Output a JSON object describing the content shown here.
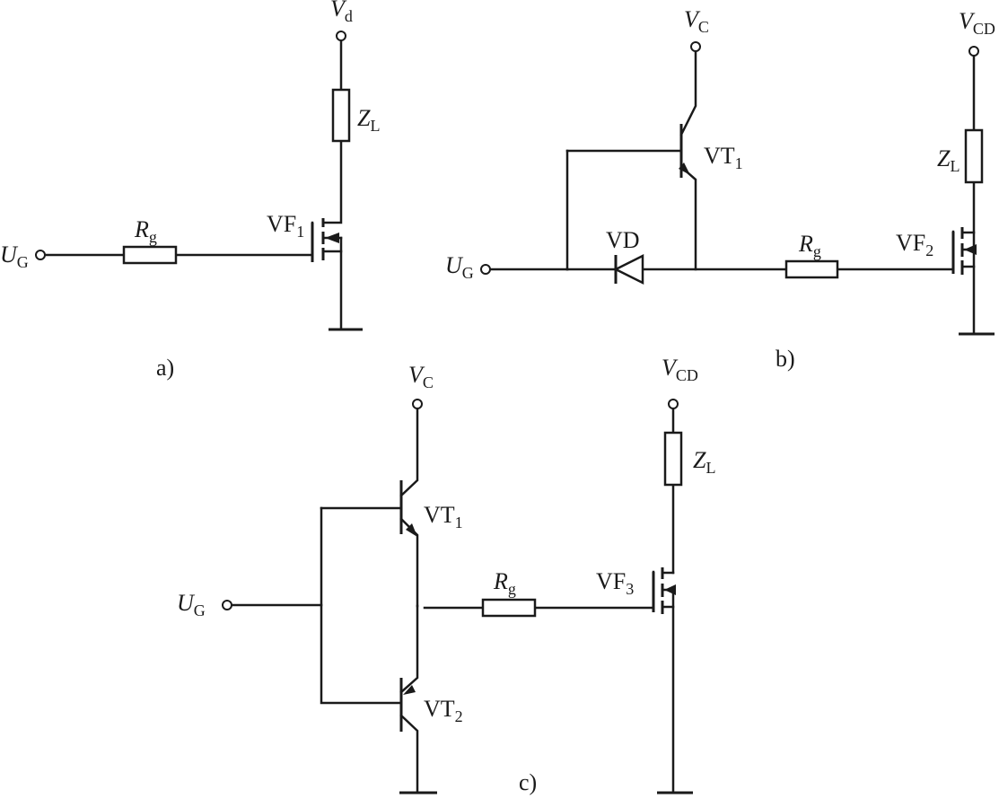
{
  "circuit_a": {
    "supply": "V_d",
    "load": "Z_L",
    "gate_resistor": "R_g",
    "input": "U_G",
    "mosfet": "VF_1",
    "caption": "a)"
  },
  "circuit_b": {
    "supply_c": "V_C",
    "supply_cd": "V_CD",
    "transistor": "VT_1",
    "diode": "VD",
    "gate_resistor": "R_g",
    "load": "Z_L",
    "input": "U_G",
    "mosfet": "VF_2",
    "caption": "b)"
  },
  "circuit_c": {
    "supply_c": "V_C",
    "supply_cd": "V_CD",
    "transistor_top": "VT_1",
    "transistor_bottom": "VT_2",
    "gate_resistor": "R_g",
    "load": "Z_L",
    "input": "U_G",
    "mosfet": "VF_3",
    "caption": "c)"
  }
}
